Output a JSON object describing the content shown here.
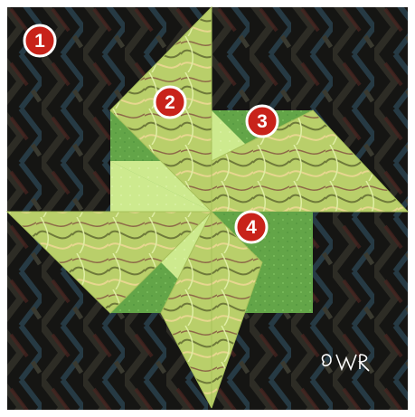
{
  "image": {
    "description_free": true
  },
  "markers": [
    {
      "label": "1"
    },
    {
      "label": "2"
    },
    {
      "label": "3"
    },
    {
      "label": "4"
    }
  ],
  "signature": {
    "text": "©WR"
  },
  "colors": {
    "frame": "#ffffff",
    "background": "#141414",
    "weave_dark": "#2b2a24",
    "weave_blue": "#2e4650",
    "weave_red": "#4a2420",
    "print_fabric": "#b9cf6a",
    "print_swirl": "#6f7a3a",
    "light_green": "#cdea8e",
    "medium_green": "#63a548",
    "marker_red": "#c8231a",
    "marker_white": "#ffffff"
  }
}
